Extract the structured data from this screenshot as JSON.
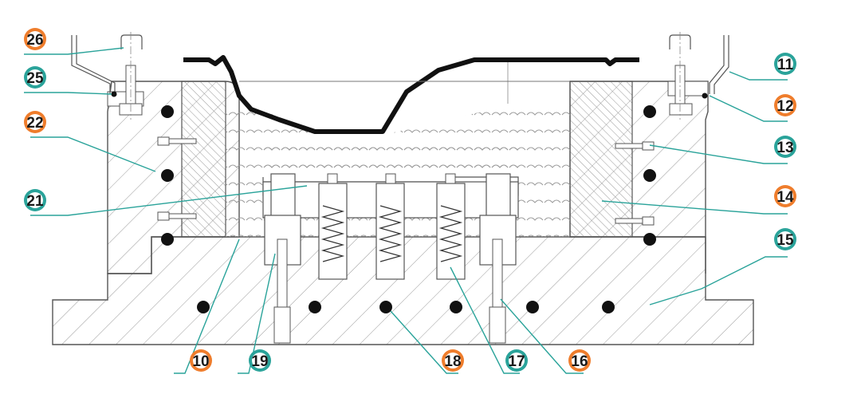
{
  "callouts": [
    {
      "id": "c26",
      "label": "26",
      "color": "orange"
    },
    {
      "id": "c25",
      "label": "25",
      "color": "teal"
    },
    {
      "id": "c22",
      "label": "22",
      "color": "orange"
    },
    {
      "id": "c21",
      "label": "21",
      "color": "teal"
    },
    {
      "id": "c11",
      "label": "11",
      "color": "teal"
    },
    {
      "id": "c12",
      "label": "12",
      "color": "orange"
    },
    {
      "id": "c13",
      "label": "13",
      "color": "teal"
    },
    {
      "id": "c14",
      "label": "14",
      "color": "orange"
    },
    {
      "id": "c15",
      "label": "15",
      "color": "teal"
    },
    {
      "id": "c10",
      "label": "10",
      "color": "orange"
    },
    {
      "id": "c19",
      "label": "19",
      "color": "teal"
    },
    {
      "id": "c18",
      "label": "18",
      "color": "orange"
    },
    {
      "id": "c17",
      "label": "17",
      "color": "teal"
    },
    {
      "id": "c16",
      "label": "16",
      "color": "orange"
    }
  ],
  "colors": {
    "orange": "#ef7d2c",
    "teal": "#2aa39a",
    "line": "#555555",
    "profile": "#111111"
  }
}
